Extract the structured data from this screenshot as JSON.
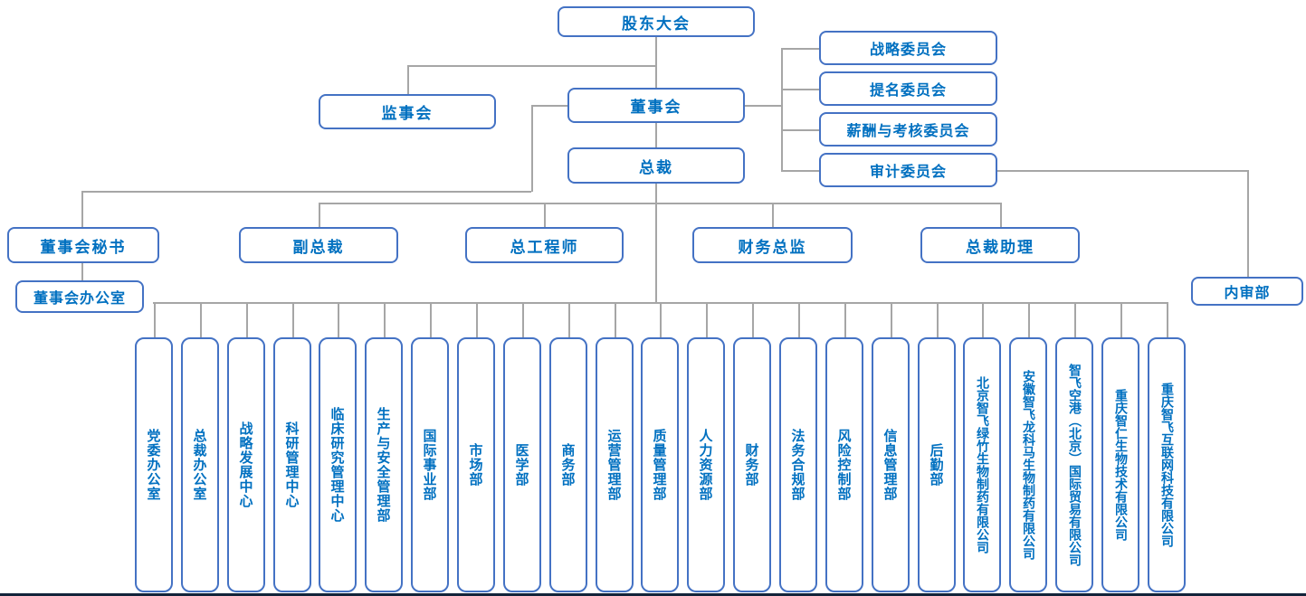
{
  "colors": {
    "box_border": "#4472C4",
    "label_text": "#0070C0",
    "connector": "#A6A6A6",
    "background": "#FFFFFF",
    "bottom_edge": "#12233A"
  },
  "nodes": {
    "shareholders": "股东大会",
    "supervisory": "监事会",
    "board": "董事会",
    "president": "总裁",
    "secretary": "董事会秘书",
    "vice_president": "副总裁",
    "chief_engineer": "总工程师",
    "cfo": "财务总监",
    "president_assistant": "总裁助理",
    "board_office": "董事会办公室",
    "internal_audit": "内审部"
  },
  "committees": [
    "战略委员会",
    "提名委员会",
    "薪酬与考核委员会",
    "审计委员会"
  ],
  "departments": [
    "党委办公室",
    "总裁办公室",
    "战略发展中心",
    "科研管理中心",
    "临床研究管理中心",
    "生产与安全管理部",
    "国际事业部",
    "市场部",
    "医学部",
    "商务部",
    "运营管理部",
    "质量管理部",
    "人力资源部",
    "财务部",
    "法务合规部",
    "风险控制部",
    "信息管理部",
    "后勤部",
    "北京智飞绿竹生物制药有限公司",
    "安徽智飞龙科马生物制药有限公司",
    "智飞空港（北京）国际贸易有限公司",
    "重庆智仁生物技术有限公司",
    "重庆智飞互联网科技有限公司"
  ]
}
